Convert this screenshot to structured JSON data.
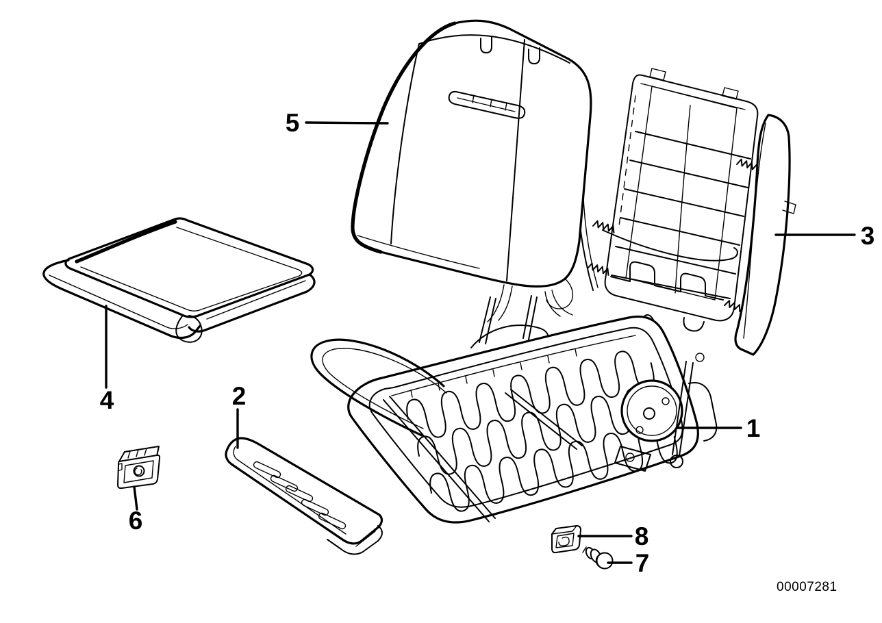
{
  "diagram": {
    "code": "00007281",
    "callouts": {
      "part1": "1",
      "part2": "2",
      "part3": "3",
      "part4": "4",
      "part5": "5",
      "part6": "6",
      "part7": "7",
      "part8": "8"
    }
  },
  "colors": {
    "line": "#000000",
    "background": "#ffffff"
  }
}
